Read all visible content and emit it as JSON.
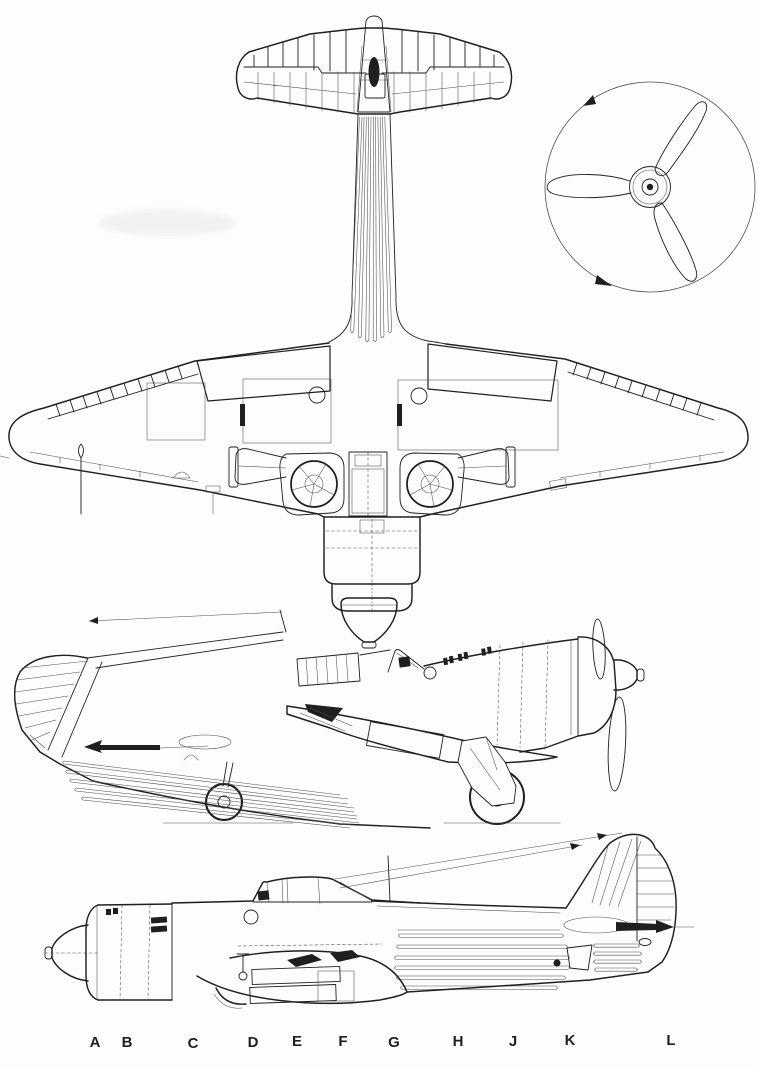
{
  "page": {
    "paper": "#fdfdfb",
    "ink": "#1f1f1f"
  },
  "drawing": {
    "labels": [
      "A",
      "B",
      "C",
      "D",
      "E",
      "F",
      "G",
      "H",
      "J",
      "K",
      "L"
    ]
  }
}
